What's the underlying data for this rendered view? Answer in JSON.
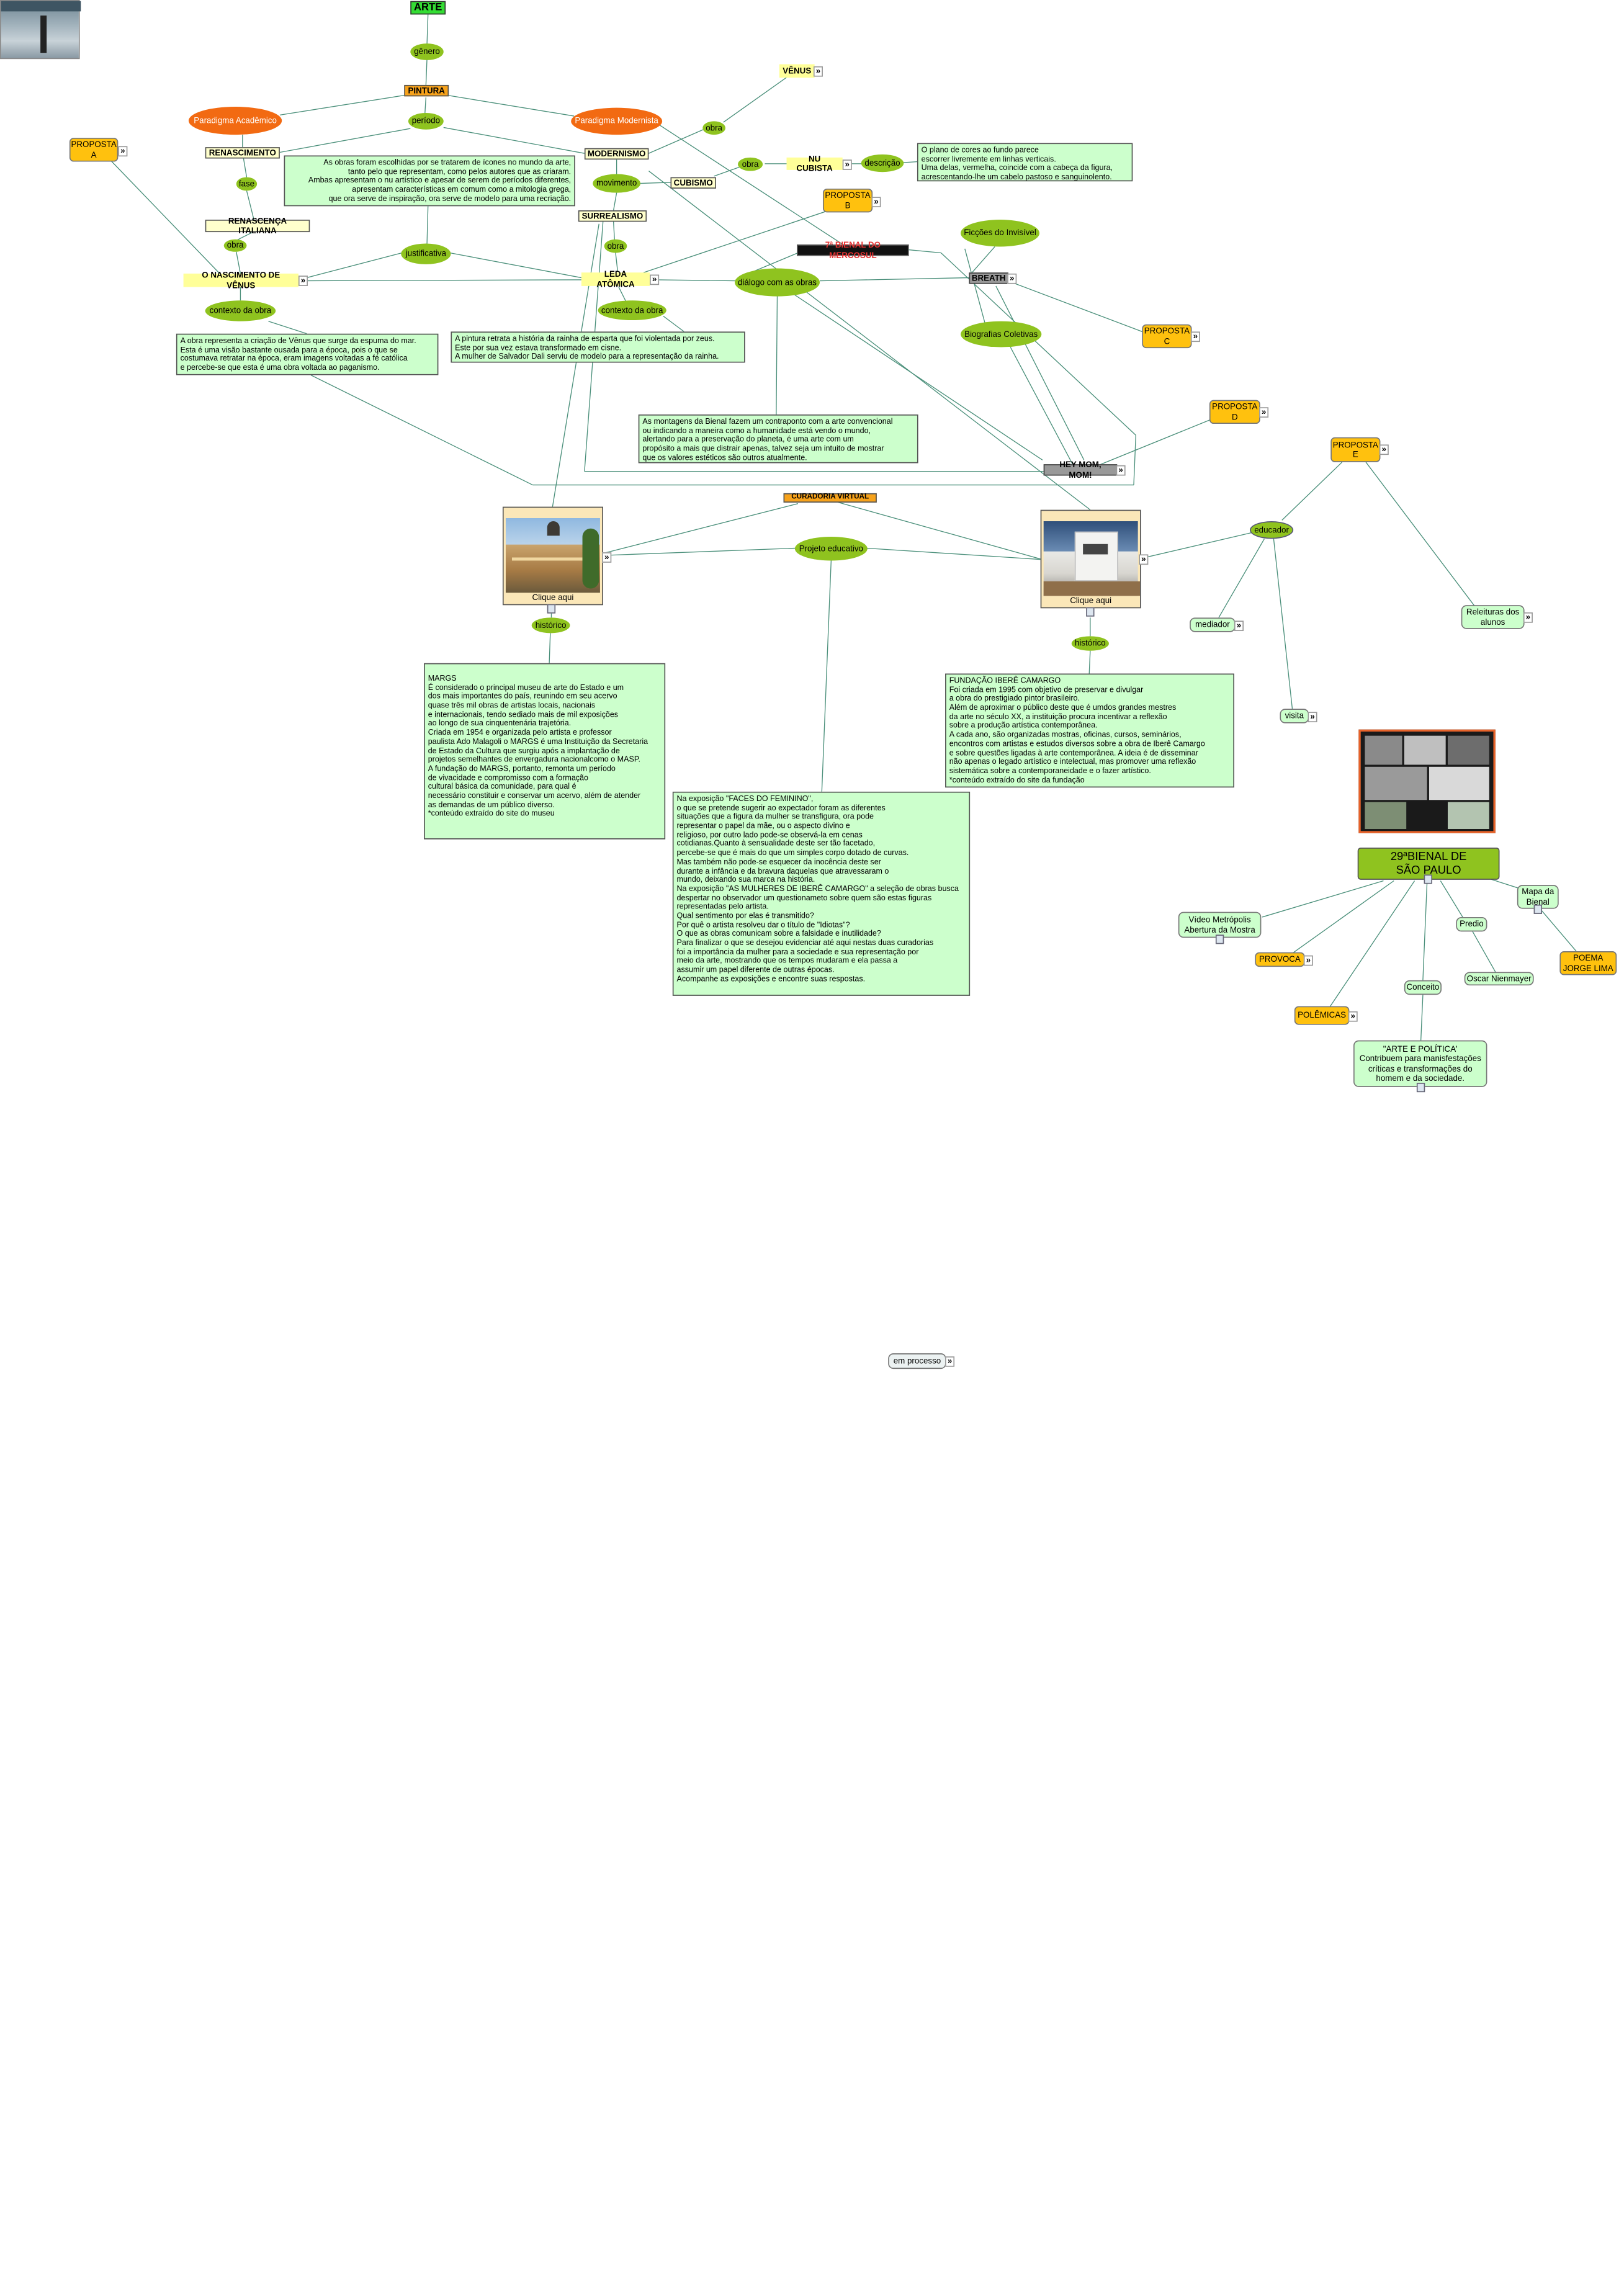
{
  "nodes": {
    "arte": "ARTE",
    "genero": "gênero",
    "pintura": "PINTURA",
    "paradigma_academico": "Paradigma Acadêmico",
    "paradigma_modernista": "Paradigma Modernista",
    "periodo": "período",
    "renascimento": "RENASCIMENTO",
    "fase": "fase",
    "renascenca_italiana": "RENASCENÇA ITALIANA",
    "obra_1": "obra",
    "nascimento_venus": "O NASCIMENTO DE VÊNUS",
    "contexto_obra_1": "contexto da obra",
    "justificativa": "justificativa",
    "modernismo": "MODERNISMO",
    "movimento": "movimento",
    "surrealismo": "SURREALISMO",
    "obra_2": "obra",
    "leda_atomica": "LEDA ATÔMICA",
    "contexto_obra_2": "contexto da obra",
    "cubismo": "CUBISMO",
    "obra_3": "obra",
    "nu_cubista": "NU CUBISTA",
    "descricao": "descrição",
    "obra_4": "obra",
    "venus": "VÊNUS",
    "bienal_mercosul": "7ª BIENAL DO MERCOSUL",
    "ficcoes_invisivel": "Ficções do Invisível",
    "breath": "BREATH",
    "biografias_coletivas": "Biografias Coletivas",
    "dialogo_obras": "diálogo com as obras",
    "hey_mom": "HEY MOM, MOM!",
    "curadoria_virtual": "CURADORIA VIRTUAL",
    "projeto_educativo": "Projeto educativo",
    "historico_1": "histórico",
    "historico_2": "histórico",
    "educador": "educador",
    "mediador": "mediador",
    "visita": "visita",
    "releituras": "Releituras dos\nalunos",
    "bienal_sp": "29ªBIENAL DE\nSÃO PAULO",
    "video_metropolis": "Vídeo Metrópolis\nAbertura da Mostra",
    "provoca": "PROVOCA",
    "polemicas": "POLÊMICAS",
    "conceito": "Conceito",
    "arte_politica": "\"ARTE E POLÍTICA'\nContribuem para manisfestações\ncríticas e transformações do\nhomem e da sociedade.",
    "predio": "Predio",
    "oscar": "Oscar Nienmayer",
    "mapa_bienal": "Mapa da\nBienal",
    "poema": "POEMA\nJORGE LIMA",
    "em_processo": "em processo",
    "clique_aqui_1": "Clique aqui",
    "clique_aqui_2": "Clique aqui"
  },
  "propostas": {
    "a": "PROPOSTA\nA",
    "b": "PROPOSTA\nB",
    "c": "PROPOSTA\nC",
    "d": "PROPOSTA\nD",
    "e": "PROPOSTA\nE"
  },
  "notes": {
    "justificativa_text": "As obras foram escolhidas por se tratarem de ícones no mundo da arte,\ntanto pelo que representam, como pelos autores que as criaram.\nAmbas apresentam o nu artístico e apesar de serem de períodos diferentes,\napresentam características em comum como a mitologia grega,\nque ora serve de inspiração, ora serve de modelo para uma recriação.",
    "descricao_text": "O plano de cores ao fundo parece\n escorrer livremente em linhas verticais.\n Uma delas, vermelha, coincide com a cabeça da figura,\n acrescentando-lhe um cabelo pastoso e sanguinolento.",
    "venus_contexto": "A obra representa a criação de Vênus que surge da espuma do mar.\nEsta é uma visão bastante ousada para a época, pois o que se\n costumava retratar na época,  eram imagens voltadas a fé católica\n  e percebe-se que esta é uma obra voltada ao paganismo.",
    "leda_contexto": "A pintura retrata a história da rainha de esparta que foi violentada por zeus.\nEste por sua vez estava transformado em cisne.\nA mulher de Salvador Dali serviu de modelo para a representação da rainha.",
    "bienal_text": "As montagens da Bienal fazem um contraponto com a arte convencional\nou indicando a maneira como a humanidade está vendo o mundo,\nalertando para a preservação do planeta, é uma arte com um\npropósito a mais que distrair apenas, talvez seja um intuito de mostrar\n que os valores estéticos são outros atualmente.",
    "margs": "MARGS\nÉ considerado o principal museu de arte  do Estado e um\n dos mais importantes do país, reunindo em seu acervo\n quase três mil obras de artistas locais, nacionais\n e internacionais, tendo sediado mais de mil exposições\n  ao longo de sua cinquentenária trajetória.\nCriada em 1954 e organizada pelo artista e professor\npaulista Ado Malagoli o MARGS é uma Instituição da Secretaria\n de Estado da Cultura que surgiu após a implantação de\nprojetos semelhantes de envergadura nacionalcomo o MASP.\nA fundação do MARGS, portanto, remonta um período\nde vivacidade e compromisso com a formação\n cultural básica da comunidade, para qual é\nnecessário constituir e conservar um acervo, além de atender\nas demandas de um público diverso.\n*conteúdo extraído do site do museu",
    "ibere": "FUNDAÇÃO IBERÊ CAMARGO\nFoi criada em 1995 com objetivo de preservar e divulgar\n a obra do prestigiado pintor brasileiro.\nAlém de aproximar o público deste que é umdos grandes mestres\nda arte no século XX, a instituição procura incentivar a reflexão\nsobre a produção artística contemporânea.\nA cada ano, são organizadas mostras, oficinas, cursos, seminários,\n encontros com artistas e estudos diversos sobre a obra de Iberê Camargo\ne sobre questões ligadas à arte contemporânea. A ideia é de disseminar\nnão apenas o legado artístico e intelectual, mas promover uma reflexão\n sistemática sobre a contemporaneidade e o fazer artístico.\n*conteúdo extraído do site da fundação",
    "feminino": "Na exposição \"FACES DO FEMININO\",\no que se pretende  sugerir ao expectador foram as diferentes\nsituações que a figura da mulher se transfigura, ora pode\nrepresentar o papel da mãe, ou o aspecto divino e\nreligioso, por outro lado pode-se  observá-la em cenas\ncotidianas.Quanto à sensualidade deste ser tão facetado,\npercebe-se que é mais do que um simples corpo dotado de curvas.\nMas também não pode-se esquecer da inocência deste ser\ndurante a infância e da bravura daquelas  que atravessaram o\nmundo, deixando sua marca na história.\nNa exposição \"AS MULHERES DE IBERÊ CAMARGO\" a seleção de obras busca\ndespertar no observador um questionameto sobre quem são estas figuras\nrepresentadas pelo artista.\nQual sentimento por elas é transmitido?\nPor quê o artista resolveu dar o título de \"Idiotas\"?\nO que as obras comunicam sobre a falsidade e inutilidade?\nPara finalizar o que se desejou  evidenciar até  aqui nestas duas curadorias\nfoi a importância da mulher para a sociedade e sua representação por\nmeio da arte, mostrando que os tempos mudaram e ela passa a\nassumir um papel diferente de outras épocas.\nAcompanhe as exposições e encontre suas respostas."
  },
  "colors": {
    "link": "#4a8f7a",
    "concept_oval": "#8fc31f",
    "paradigm_oval": "#f26a12",
    "note_bg": "#ccffcc",
    "proposta_bg": "#ffc10e"
  }
}
